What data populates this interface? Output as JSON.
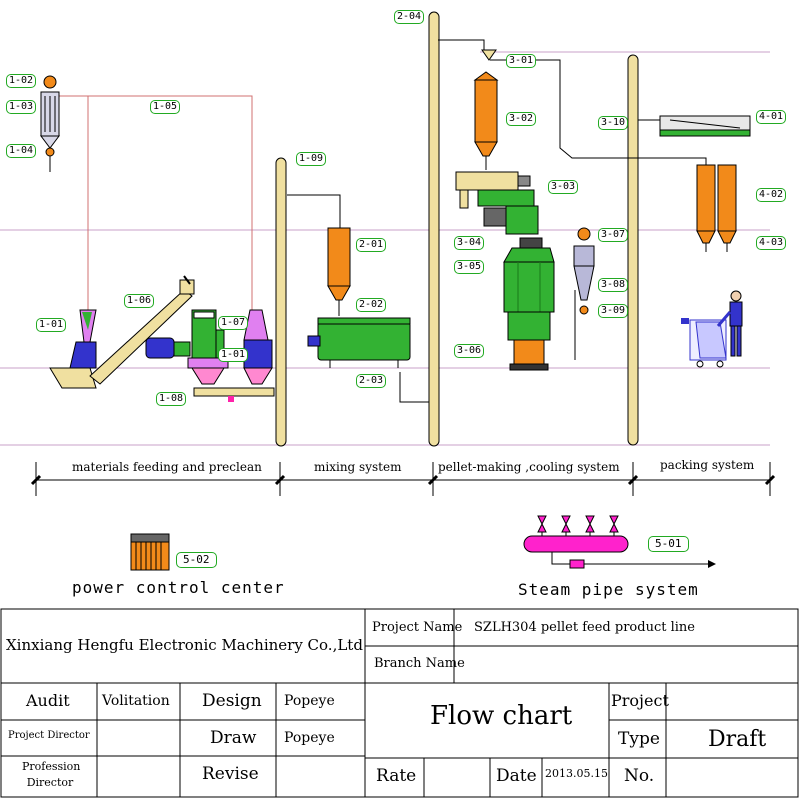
{
  "labels": {
    "1_01_left": "1-01",
    "1_01_right": "1-01",
    "1_02": "1-02",
    "1_03": "1-03",
    "1_04": "1-04",
    "1_05": "1-05",
    "1_06": "1-06",
    "1_07": "1-07",
    "1_08": "1-08",
    "1_09": "1-09",
    "2_01": "2-01",
    "2_02": "2-02",
    "2_03": "2-03",
    "2_04": "2-04",
    "3_01": "3-01",
    "3_02": "3-02",
    "3_03": "3-03",
    "3_04": "3-04",
    "3_05": "3-05",
    "3_06": "3-06",
    "3_07": "3-07",
    "3_08": "3-08",
    "3_09": "3-09",
    "3_10": "3-10",
    "4_01": "4-01",
    "4_02": "4-02",
    "4_03": "4-03",
    "5_01": "5-01",
    "5_02": "5-02"
  },
  "systems": {
    "feeding": "materials feeding and preclean",
    "mixing": "mixing system",
    "pellet": "pellet-making ,cooling  system",
    "packing": "packing system"
  },
  "legend": {
    "power": "power control center",
    "steam": "Steam pipe system"
  },
  "title_block": {
    "company": "Xinxiang Hengfu Electronic Machinery Co.,Ltd",
    "project_name_label": "Project Name",
    "project_name_value": "SZLH304 pellet feed product line",
    "branch_name_label": "Branch Name",
    "audit_label": "Audit",
    "audit_value": "Volitation",
    "design_label": "Design",
    "design_value": "Popeye",
    "project_director_label": "Project Director",
    "draw_label": "Draw",
    "draw_value": "Popeye",
    "profession_director_label": "Profession Director",
    "revise_label": "Revise",
    "drawing_title": "Flow chart",
    "rate_label": "Rate",
    "date_label": "Date",
    "date_value": "2013.05.15",
    "project_label": "Project",
    "type_label": "Type",
    "type_value": "Draft",
    "no_label": "No."
  },
  "colors": {
    "orange": "#f28a1a",
    "green": "#33b233",
    "blue": "#3333cc",
    "magenta": "#e080f0",
    "pink": "#ff88d0",
    "floor": "#c8a0c8",
    "tan": "#f0e0a0",
    "label_border": "#22aa22"
  }
}
